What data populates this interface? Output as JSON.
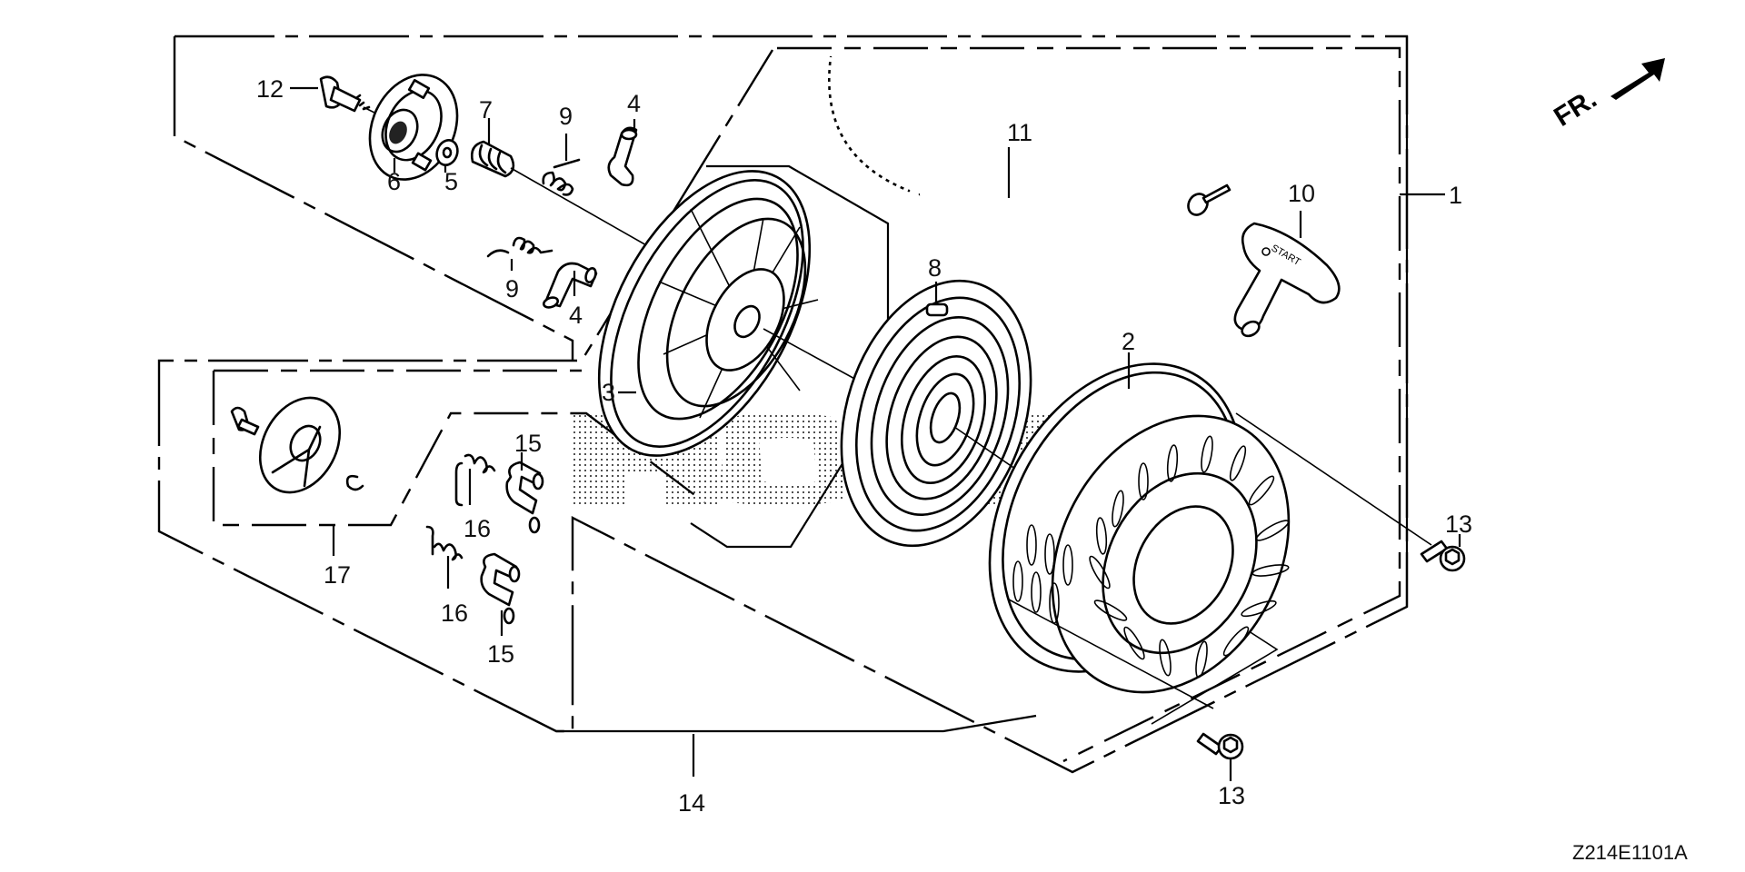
{
  "diagram": {
    "title": "Recoil Starter exploded parts diagram",
    "figure_code": "Z214E1101A",
    "direction_indicator": {
      "text": "FR.",
      "icon": "arrow-up-right-icon"
    },
    "watermark": "HONDA",
    "callouts": [
      {
        "id": "1",
        "part": "recoil-starter-assembly"
      },
      {
        "id": "2",
        "part": "starter-case"
      },
      {
        "id": "3",
        "part": "starter-reel"
      },
      {
        "id": "4",
        "part": "ratchet"
      },
      {
        "id": "4",
        "part": "ratchet"
      },
      {
        "id": "5",
        "part": "friction-plate-washer"
      },
      {
        "id": "6",
        "part": "ratchet-guide"
      },
      {
        "id": "7",
        "part": "friction-spring"
      },
      {
        "id": "8",
        "part": "recoil-spring"
      },
      {
        "id": "9",
        "part": "ratchet-spring"
      },
      {
        "id": "9",
        "part": "ratchet-spring"
      },
      {
        "id": "10",
        "part": "starter-grip"
      },
      {
        "id": "11",
        "part": "starter-rope"
      },
      {
        "id": "12",
        "part": "setting-screw"
      },
      {
        "id": "13",
        "part": "flange-bolt"
      },
      {
        "id": "13",
        "part": "flange-bolt"
      },
      {
        "id": "14",
        "part": "reel-sub-assembly"
      },
      {
        "id": "15",
        "part": "ratchet"
      },
      {
        "id": "15",
        "part": "ratchet"
      },
      {
        "id": "16",
        "part": "ratchet-spring"
      },
      {
        "id": "16",
        "part": "ratchet-spring"
      },
      {
        "id": "17",
        "part": "ratchet-guide-set"
      }
    ],
    "grip_text": "START"
  }
}
